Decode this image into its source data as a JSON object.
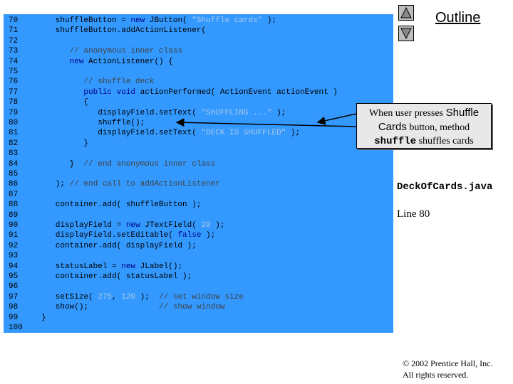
{
  "nav": {
    "up_icon": "triangle-up-icon",
    "down_icon": "triangle-down-icon"
  },
  "outline_title": "Outline",
  "code_lines": [
    {
      "num": "70",
      "segments": [
        {
          "t": "        shuffleButton = ",
          "c": ""
        },
        {
          "t": "new",
          "c": "kw"
        },
        {
          "t": " JButton( ",
          "c": ""
        },
        {
          "t": "\"Shuffle cards\"",
          "c": "str"
        },
        {
          "t": " );",
          "c": ""
        }
      ]
    },
    {
      "num": "71",
      "segments": [
        {
          "t": "        shuffleButton.addActionListener(",
          "c": ""
        }
      ]
    },
    {
      "num": "72",
      "segments": []
    },
    {
      "num": "73",
      "segments": [
        {
          "t": "           ",
          "c": ""
        },
        {
          "t": "// anonymous inner class",
          "c": "cm"
        }
      ]
    },
    {
      "num": "74",
      "segments": [
        {
          "t": "           ",
          "c": ""
        },
        {
          "t": "new",
          "c": "kw"
        },
        {
          "t": " ActionListener() {",
          "c": ""
        }
      ]
    },
    {
      "num": "75",
      "segments": []
    },
    {
      "num": "76",
      "segments": [
        {
          "t": "              ",
          "c": ""
        },
        {
          "t": "// shuffle deck",
          "c": "cm"
        }
      ]
    },
    {
      "num": "77",
      "segments": [
        {
          "t": "              ",
          "c": ""
        },
        {
          "t": "public void",
          "c": "kw"
        },
        {
          "t": " actionPerformed( ActionEvent actionEvent )",
          "c": ""
        }
      ]
    },
    {
      "num": "78",
      "segments": [
        {
          "t": "              {",
          "c": ""
        }
      ]
    },
    {
      "num": "79",
      "segments": [
        {
          "t": "                 displayField.setText( ",
          "c": ""
        },
        {
          "t": "\"SHUFFLING ...\"",
          "c": "str"
        },
        {
          "t": " );",
          "c": ""
        }
      ]
    },
    {
      "num": "80",
      "segments": [
        {
          "t": "                 shuffle();",
          "c": ""
        }
      ]
    },
    {
      "num": "81",
      "segments": [
        {
          "t": "                 displayField.setText( ",
          "c": ""
        },
        {
          "t": "\"DECK IS SHUFFLED\"",
          "c": "str"
        },
        {
          "t": " );",
          "c": ""
        }
      ]
    },
    {
      "num": "82",
      "segments": [
        {
          "t": "              }",
          "c": ""
        }
      ]
    },
    {
      "num": "83",
      "segments": []
    },
    {
      "num": "84",
      "segments": [
        {
          "t": "           }  ",
          "c": ""
        },
        {
          "t": "// end anonymous inner class",
          "c": "cm"
        }
      ]
    },
    {
      "num": "85",
      "segments": []
    },
    {
      "num": "86",
      "segments": [
        {
          "t": "        ); ",
          "c": ""
        },
        {
          "t": "// end call to addActionListener",
          "c": "cm"
        }
      ]
    },
    {
      "num": "87",
      "segments": []
    },
    {
      "num": "88",
      "segments": [
        {
          "t": "        container.add( shuffleButton );",
          "c": ""
        }
      ]
    },
    {
      "num": "89",
      "segments": []
    },
    {
      "num": "90",
      "segments": [
        {
          "t": "        displayField = ",
          "c": ""
        },
        {
          "t": "new",
          "c": "kw"
        },
        {
          "t": " JTextField( ",
          "c": ""
        },
        {
          "t": "20",
          "c": "num"
        },
        {
          "t": " );",
          "c": ""
        }
      ]
    },
    {
      "num": "91",
      "segments": [
        {
          "t": "        displayField.setEditable( ",
          "c": ""
        },
        {
          "t": "false",
          "c": "kw"
        },
        {
          "t": " );",
          "c": ""
        }
      ]
    },
    {
      "num": "92",
      "segments": [
        {
          "t": "        container.add( displayField );",
          "c": ""
        }
      ]
    },
    {
      "num": "93",
      "segments": []
    },
    {
      "num": "94",
      "segments": [
        {
          "t": "        statusLabel = ",
          "c": ""
        },
        {
          "t": "new",
          "c": "kw"
        },
        {
          "t": " JLabel();",
          "c": ""
        }
      ]
    },
    {
      "num": "95",
      "segments": [
        {
          "t": "        container.add( statusLabel );",
          "c": ""
        }
      ]
    },
    {
      "num": "96",
      "segments": []
    },
    {
      "num": "97",
      "segments": [
        {
          "t": "        setSize( ",
          "c": ""
        },
        {
          "t": "275",
          "c": "num"
        },
        {
          "t": ", ",
          "c": ""
        },
        {
          "t": "120",
          "c": "num"
        },
        {
          "t": " );  ",
          "c": ""
        },
        {
          "t": "// set window size",
          "c": "cm"
        }
      ]
    },
    {
      "num": "98",
      "segments": [
        {
          "t": "        show();               ",
          "c": ""
        },
        {
          "t": "// show window",
          "c": "cm"
        }
      ]
    },
    {
      "num": "99",
      "segments": [
        {
          "t": "     }",
          "c": ""
        }
      ]
    },
    {
      "num": "100",
      "segments": []
    }
  ],
  "callout": {
    "part1": "When user presses ",
    "part2": "Shuffle",
    "part3": "Cards",
    "part4": " button, method",
    "part5": "shuffle",
    "part6": " shuffles cards"
  },
  "filename": "DeckOfCards.java",
  "line_ref": "Line 80",
  "copyright": {
    "line1": "© 2002 Prentice Hall, Inc.",
    "line2": "All rights reserved."
  },
  "colors": {
    "panel": "#3399ff",
    "keyword": "#000080",
    "string": "#a8c8e8",
    "comment": "#404040"
  }
}
